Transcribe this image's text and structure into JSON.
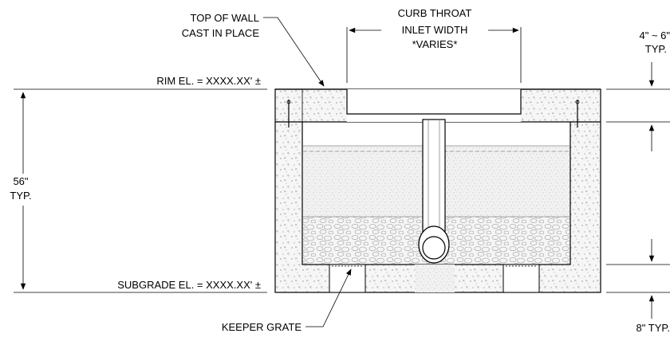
{
  "labels": {
    "top_of_wall_1": "TOP OF WALL",
    "top_of_wall_2": "CAST IN PLACE",
    "curb_throat_1": "CURB THROAT",
    "curb_throat_2": "INLET WIDTH",
    "curb_throat_3": "*VARIES*",
    "rim_el": "RIM EL. = XXXX.XX' ±",
    "subgrade_el": "SUBGRADE EL. = XXXX.XX' ±",
    "height_dim_1": "56\"",
    "height_dim_2": "TYP.",
    "top_dim_1": "4\" ~ 6\"",
    "top_dim_2": "TYP.",
    "keeper_grate": "KEEPER GRATE",
    "bottom_dim": "8\" TYP."
  },
  "colors": {
    "line": "#000000",
    "concrete_fill": "#f4f4f4",
    "aggregate_fill": "#ececec",
    "speckle": "#9a9a9a"
  }
}
